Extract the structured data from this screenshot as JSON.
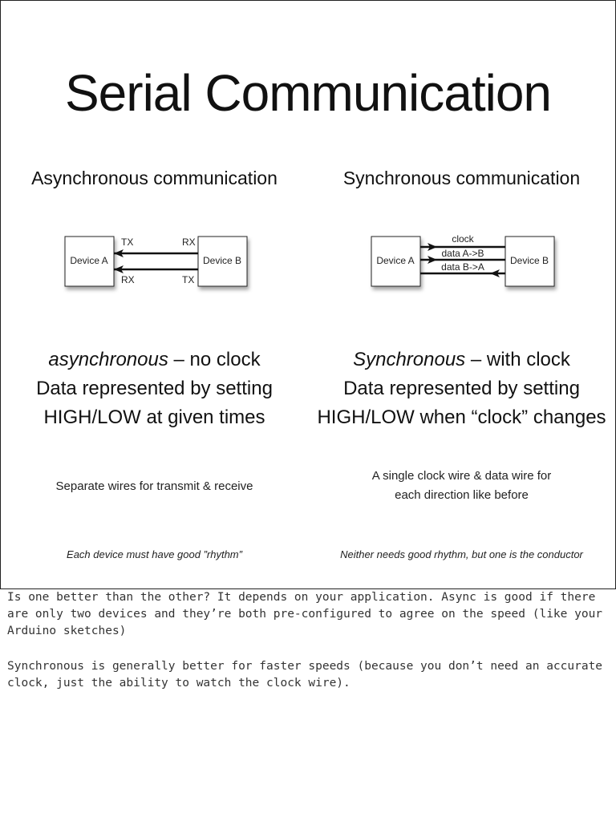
{
  "slide": {
    "title": "Serial Communication",
    "left": {
      "heading": "Asynchronous communication",
      "diagram": {
        "device_a": "Device A",
        "device_b": "Device B",
        "a_top_label": "TX",
        "a_bottom_label": "RX",
        "b_top_label": "RX",
        "b_bottom_label": "TX"
      },
      "summary_lead": "asynchronous",
      "summary_rest": " – no clock",
      "summary_line2": "Data represented by setting",
      "summary_line3": "HIGH/LOW at given times",
      "detail": "Separate wires for transmit & receive",
      "footnote": "Each device must have good ”rhythm”"
    },
    "right": {
      "heading": "Synchronous communication",
      "diagram": {
        "device_a": "Device A",
        "device_b": "Device B",
        "wire1_label": "clock",
        "wire2_label": "data A->B",
        "wire3_label": "data B->A"
      },
      "summary_lead": "Synchronous",
      "summary_rest": " – with clock",
      "summary_line2": "Data represented by setting",
      "summary_line3": "HIGH/LOW when “clock” changes",
      "detail_line1": "A single clock wire & data wire for",
      "detail_line2": "each direction like before",
      "footnote": "Neither needs good rhythm, but one is the conductor"
    }
  },
  "notes": {
    "paragraph1": "Is one better than the other?  It depends on your application.  Async is good if there are only two devices and they’re both pre-configured to agree on the speed (like your Arduino sketches)",
    "paragraph2": "Synchronous is generally better for faster speeds (because you don’t need an accurate clock, just the ability to watch the clock wire)."
  }
}
